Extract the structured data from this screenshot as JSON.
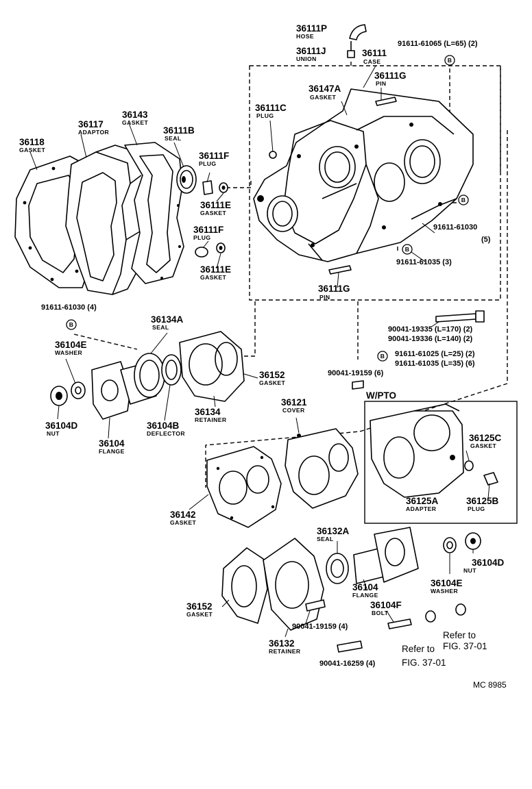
{
  "diagram_code": "MC 8985",
  "section_label": "W/PTO",
  "callouts": [
    {
      "id": "36111P",
      "part": "36111P",
      "desc": "HOSE"
    },
    {
      "id": "36111J",
      "part": "36111J",
      "desc": "UNION"
    },
    {
      "id": "36111",
      "part": "36111",
      "desc": "CASE"
    },
    {
      "id": "bolt-61065",
      "part": "91611-61065 (L=65) (2)",
      "desc": ""
    },
    {
      "id": "36111G-top",
      "part": "36111G",
      "desc": "PIN"
    },
    {
      "id": "36147A",
      "part": "36147A",
      "desc": "GASKET"
    },
    {
      "id": "36111C",
      "part": "36111C",
      "desc": "PLUG"
    },
    {
      "id": "36143",
      "part": "36143",
      "desc": "GASKET"
    },
    {
      "id": "36117",
      "part": "36117",
      "desc": "ADAPTOR"
    },
    {
      "id": "36111B",
      "part": "36111B",
      "desc": "SEAL"
    },
    {
      "id": "36118",
      "part": "36118",
      "desc": "GASKET"
    },
    {
      "id": "36111F-1",
      "part": "36111F",
      "desc": "PLUG"
    },
    {
      "id": "36111E-1",
      "part": "36111E",
      "desc": "GASKET"
    },
    {
      "id": "36111F-2",
      "part": "36111F",
      "desc": "PLUG"
    },
    {
      "id": "36111E-2",
      "part": "36111E",
      "desc": "GASKET"
    },
    {
      "id": "bolt-61030-5",
      "part": "91611-61030",
      "desc": "(5)"
    },
    {
      "id": "bolt-61035-3",
      "part": "91611-61035 (3)",
      "desc": ""
    },
    {
      "id": "36111G-bot",
      "part": "36111G",
      "desc": "PIN"
    },
    {
      "id": "bolt-61030-4",
      "part": "91611-61030 (4)",
      "desc": ""
    },
    {
      "id": "36134A",
      "part": "36134A",
      "desc": "SEAL"
    },
    {
      "id": "36104E-1",
      "part": "36104E",
      "desc": "WASHER"
    },
    {
      "id": "36152-1",
      "part": "36152",
      "desc": "GASKET"
    },
    {
      "id": "36104D-1",
      "part": "36104D",
      "desc": "NUT"
    },
    {
      "id": "36104-1",
      "part": "36104",
      "desc": "FLANGE"
    },
    {
      "id": "36104B",
      "part": "36104B",
      "desc": "DEFLECTOR"
    },
    {
      "id": "36134",
      "part": "36134",
      "desc": "RETAINER"
    },
    {
      "id": "36121",
      "part": "36121",
      "desc": "COVER"
    },
    {
      "id": "36125C",
      "part": "36125C",
      "desc": "GASKET"
    },
    {
      "id": "36125A",
      "part": "36125A",
      "desc": "ADAPTER"
    },
    {
      "id": "36125B",
      "part": "36125B",
      "desc": "PLUG"
    },
    {
      "id": "36142",
      "part": "36142",
      "desc": "GASKET"
    },
    {
      "id": "36132A",
      "part": "36132A",
      "desc": "SEAL"
    },
    {
      "id": "36104D-2",
      "part": "36104D",
      "desc": "NUT"
    },
    {
      "id": "36104-2",
      "part": "36104",
      "desc": "FLANGE"
    },
    {
      "id": "36104E-2",
      "part": "36104E",
      "desc": "WASHER"
    },
    {
      "id": "36104F",
      "part": "36104F",
      "desc": "BOLT"
    },
    {
      "id": "36152-2",
      "part": "36152",
      "desc": "GASKET"
    },
    {
      "id": "36132",
      "part": "36132",
      "desc": "RETAINER"
    }
  ],
  "bolt_lines": {
    "b19335": "90041-19335 (L=170) (2)",
    "b19336": "90041-19336 (L=140) (2)",
    "b61025": "91611-61025 (L=25) (2)",
    "b61035_6": "91611-61035 (L=35) (6)",
    "s19159_6": "90041-19159 (6)",
    "s19159_4": "90041-19159 (4)",
    "s16259_4": "90041-16259 (4)"
  },
  "refs": {
    "refer_a_line1": "Refer to",
    "refer_a_line2": "FIG. 37-01",
    "refer_b_line1": "Refer to",
    "refer_b_line2": "FIG. 37-01"
  },
  "marker_letter": "B"
}
